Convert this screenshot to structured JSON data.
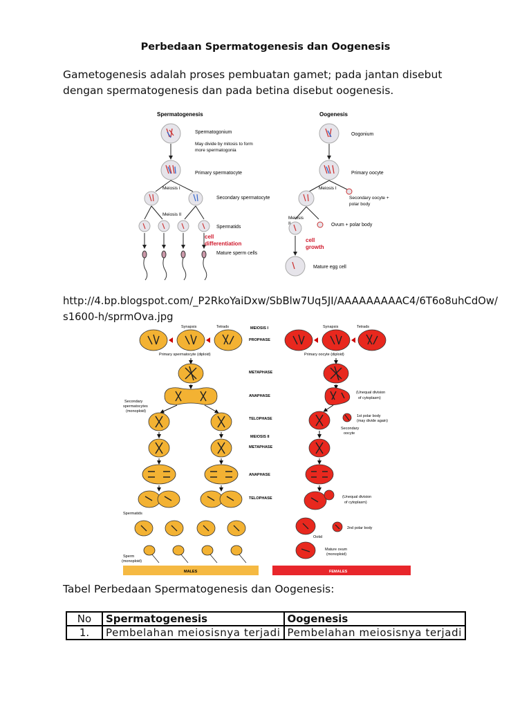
{
  "doc": {
    "title": "Perbedaan Spermatogenesis dan Oogenesis",
    "intro_line1": "Gametogenesis adalah proses pembuatan gamet; pada jantan disebut",
    "intro_line2": "dengan spermatogenesis dan pada betina disebut oogenesis.",
    "url_line1": "http://4.bp.blogspot.com/_P2RkoYaiDxw/SbBlw7Uq5JI/AAAAAAAAAC4/6T6o8uhCdOw/",
    "url_line2": "s1600-h/sprmOva.jpg",
    "table_caption": "Tabel Perbedaan Spermatogenesis dan Oogenesis:"
  },
  "figure1": {
    "sperm_title": "Spermatogenesis",
    "oo_title": "Oogenesis",
    "spermatogonium": "Spermatogonium",
    "mitosis_line1": "May divide by mitosis to form",
    "mitosis_line2": "more spermatogonia",
    "primary_spermatocyte": "Primary spermatocyte",
    "meiosis1": "Meiosis I",
    "secondary_spermatocyte": "Secondary spermatocyte",
    "meiosis2": "Meiosis II",
    "spermatids": "Spermatids",
    "cell_diff_1": "cell",
    "cell_diff_2": "differentiation",
    "mature_sperm": "Mature sperm cells",
    "oogonium": "Oogonium",
    "primary_oocyte": "Primary oocyte",
    "oo_meiosis1": "Meiosis I",
    "secondary_oocyte_1": "Secondary oocyte +",
    "secondary_oocyte_2": "polar body",
    "oo_meiosis2": "Meiosis",
    "oo_meiosis2b": "II",
    "ovum_polar": "Ovum + polar body",
    "cell_growth_1": "cell",
    "cell_growth_2": "growth",
    "mature_egg": "Mature egg cell",
    "colors": {
      "cell_fill": "#e6e4ea",
      "annotation": "#d0182b"
    }
  },
  "figure2": {
    "synapsis_left": "Synapsis",
    "tetrads_left": "Tetrads",
    "synapsis_right": "Synapsis",
    "tetrads_right": "Tetrads",
    "meiosis1": "MEIOSIS I",
    "prophase": "PROPHASE",
    "primary_spermatocyte": "Primary spermatocyte (diploid)",
    "primary_oocyte": "Primary oocyte (diploid)",
    "metaphase1": "METAPHASE",
    "anaphase1": "ANAPHASE",
    "unequal1_line1": "(Unequal division",
    "unequal1_line2": "of cytoplasm)",
    "secondary_spermatocytes_1": "Secondary",
    "secondary_spermatocytes_2": "spermatocytes",
    "secondary_spermatocytes_3": "(monoploid)",
    "telophase1": "TELOPHASE",
    "polar_body1_line1": "1st polar body",
    "polar_body1_line2": "(may divide again)",
    "secondary_oocyte_1": "Secondary",
    "secondary_oocyte_2": "oocyte",
    "meiosis2": "MEIOSIS II",
    "metaphase2": "METAPHASE",
    "anaphase2": "ANAPHASE",
    "telophase2": "TELOPHASE",
    "unequal2_line1": "(Unequal division",
    "unequal2_line2": "of cytoplasm)",
    "spermatids": "Spermatids",
    "polar_body2": "2nd polar body",
    "ootid": "Ootid",
    "sperm_1": "Sperm",
    "sperm_2": "(monoploid)",
    "mature_ovum_1": "Mature ovum",
    "mature_ovum_2": "(monoploid)",
    "males": "MALES",
    "females": "FEMALES",
    "colors": {
      "male": "#f3b233",
      "female": "#e8281e",
      "male_bar": "#f5b942",
      "female_bar": "#e8262b"
    }
  },
  "table": {
    "headers": [
      "No",
      "Spermatogenesis",
      "Oogenesis"
    ],
    "rows": [
      [
        "1.",
        "Pembelahan meiosisnya terjadi",
        "Pembelahan meiosisnya terjadi"
      ]
    ]
  }
}
